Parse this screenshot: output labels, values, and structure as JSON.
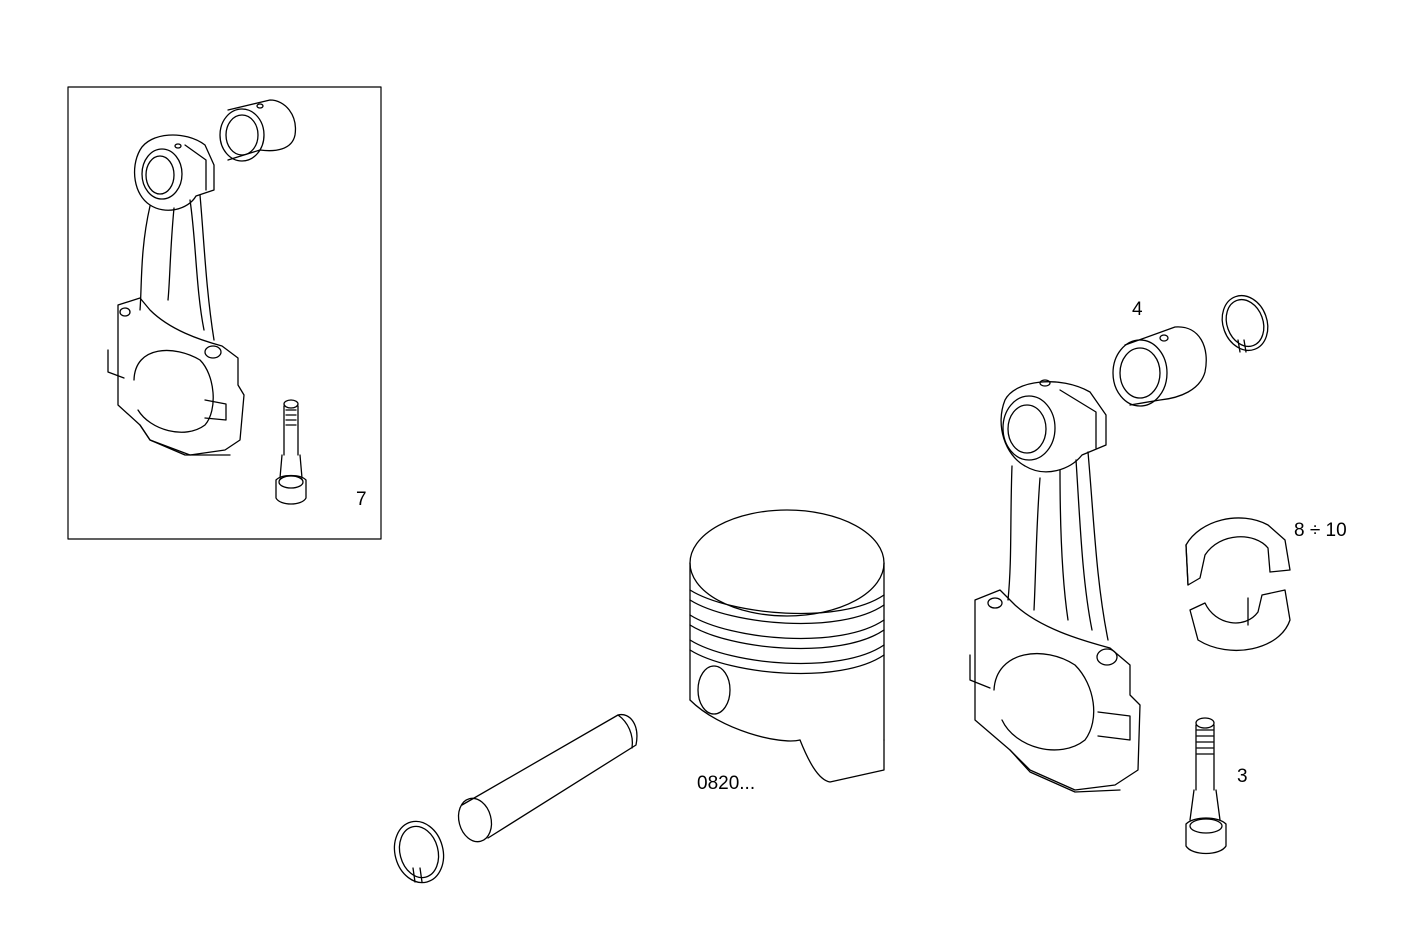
{
  "callouts": {
    "kit": "7",
    "bushing": "4",
    "bearing_shells": "8 ÷ 10",
    "bolt": "3",
    "piston": "0820..."
  }
}
